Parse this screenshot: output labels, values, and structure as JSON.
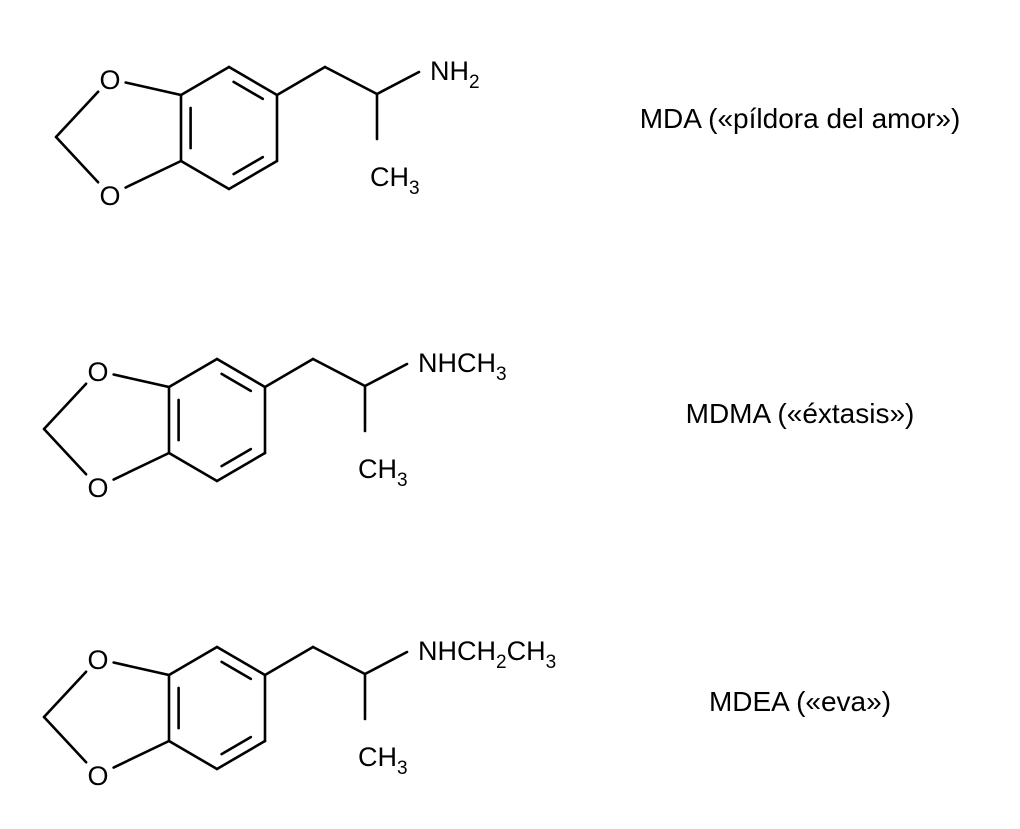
{
  "molecules": [
    {
      "label": "MDA («píldora del amor»)",
      "ring_oxygens": [
        "O",
        "O"
      ],
      "amine": [
        {
          "text": "NH",
          "sub": false
        },
        {
          "text": "2",
          "sub": true
        }
      ],
      "methyl": [
        {
          "text": "CH",
          "sub": false
        },
        {
          "text": "3",
          "sub": true
        }
      ]
    },
    {
      "label": "MDMA («éxtasis»)",
      "ring_oxygens": [
        "O",
        "O"
      ],
      "amine": [
        {
          "text": "NHCH",
          "sub": false
        },
        {
          "text": "3",
          "sub": true
        }
      ],
      "methyl": [
        {
          "text": "CH",
          "sub": false
        },
        {
          "text": "3",
          "sub": true
        }
      ]
    },
    {
      "label": "MDEA («eva»)",
      "ring_oxygens": [
        "O",
        "O"
      ],
      "amine": [
        {
          "text": "NHCH",
          "sub": false
        },
        {
          "text": "2",
          "sub": true
        },
        {
          "text": "CH",
          "sub": false
        },
        {
          "text": "3",
          "sub": true
        }
      ],
      "methyl": [
        {
          "text": "CH",
          "sub": false
        },
        {
          "text": "3",
          "sub": true
        }
      ]
    }
  ]
}
